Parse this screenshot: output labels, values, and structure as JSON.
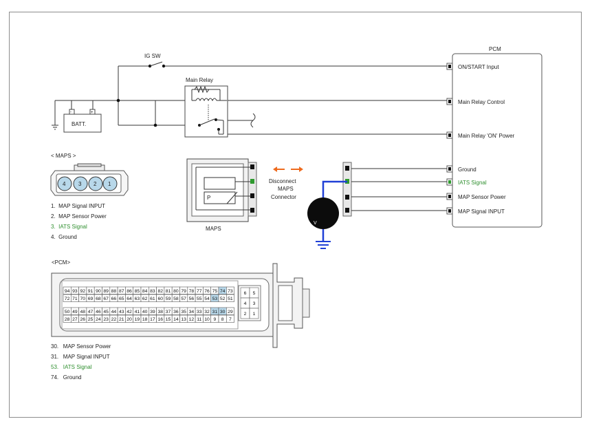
{
  "pcm": {
    "title": "PCM",
    "pins": [
      {
        "label": "ON/START Input"
      },
      {
        "label": "Main Relay Control"
      },
      {
        "label": "Main Relay 'ON' Power"
      },
      {
        "label": "Ground"
      },
      {
        "label": "IATS Signal"
      },
      {
        "label": "MAP Sensor Power"
      },
      {
        "label": "MAP Signal INPUT"
      }
    ]
  },
  "ig_sw": "IG SW",
  "main_relay": "Main Relay",
  "battery": "BATT.",
  "maps": {
    "box_label": "MAPS",
    "p_label": "P",
    "connector_title": "< MAPS     >",
    "connector_pins": [
      "4",
      "3",
      "2",
      "1"
    ],
    "legend": [
      {
        "num": "1.",
        "text": "MAP Signal INPUT"
      },
      {
        "num": "2.",
        "text": "MAP Sensor Power"
      },
      {
        "num": "3.",
        "text": "IATS Signal"
      },
      {
        "num": "4.",
        "text": "Ground"
      }
    ]
  },
  "disconnect": {
    "line1": "Disconnect",
    "line2": "MAPS",
    "line3": "Connector"
  },
  "meter": "V",
  "pcm_connector": {
    "title": "<PCM>",
    "rows": [
      [
        "94",
        "93",
        "92",
        "91",
        "90",
        "89",
        "88",
        "87",
        "86",
        "85",
        "84",
        "83",
        "82",
        "81",
        "80",
        "79",
        "78",
        "77",
        "76",
        "75",
        "74",
        "73"
      ],
      [
        "72",
        "71",
        "70",
        "69",
        "68",
        "67",
        "66",
        "65",
        "64",
        "63",
        "62",
        "61",
        "60",
        "59",
        "58",
        "57",
        "56",
        "55",
        "54",
        "53",
        "52",
        "51"
      ],
      [
        "50",
        "49",
        "48",
        "47",
        "46",
        "45",
        "44",
        "43",
        "42",
        "41",
        "40",
        "39",
        "38",
        "37",
        "36",
        "35",
        "34",
        "33",
        "32",
        "31",
        "30",
        "29"
      ],
      [
        "28",
        "27",
        "26",
        "25",
        "24",
        "23",
        "22",
        "21",
        "20",
        "19",
        "18",
        "17",
        "16",
        "15",
        "14",
        "13",
        "12",
        "11",
        "10",
        "9",
        "8",
        "7"
      ]
    ],
    "highlighted": [
      "74",
      "53",
      "31",
      "30"
    ],
    "small_block": [
      [
        "6",
        "5"
      ],
      [
        "4",
        "3"
      ],
      [
        "2",
        "1"
      ]
    ],
    "legend": [
      {
        "num": "30.",
        "text": "MAP Sensor Power"
      },
      {
        "num": "31.",
        "text": "MAP Signal INPUT"
      },
      {
        "num": "53.",
        "text": "IATS Signal"
      },
      {
        "num": "74.",
        "text": "Ground"
      }
    ]
  },
  "colors": {
    "wire": "#333333",
    "probe": "#1f3fd6",
    "ground_probe": "#1f3fd6",
    "arrow": "#ee6a1d",
    "pin_highlight": "#b8d8ea",
    "pin_green": "#2f9a2f",
    "iats_text": "#2f8f2f"
  }
}
